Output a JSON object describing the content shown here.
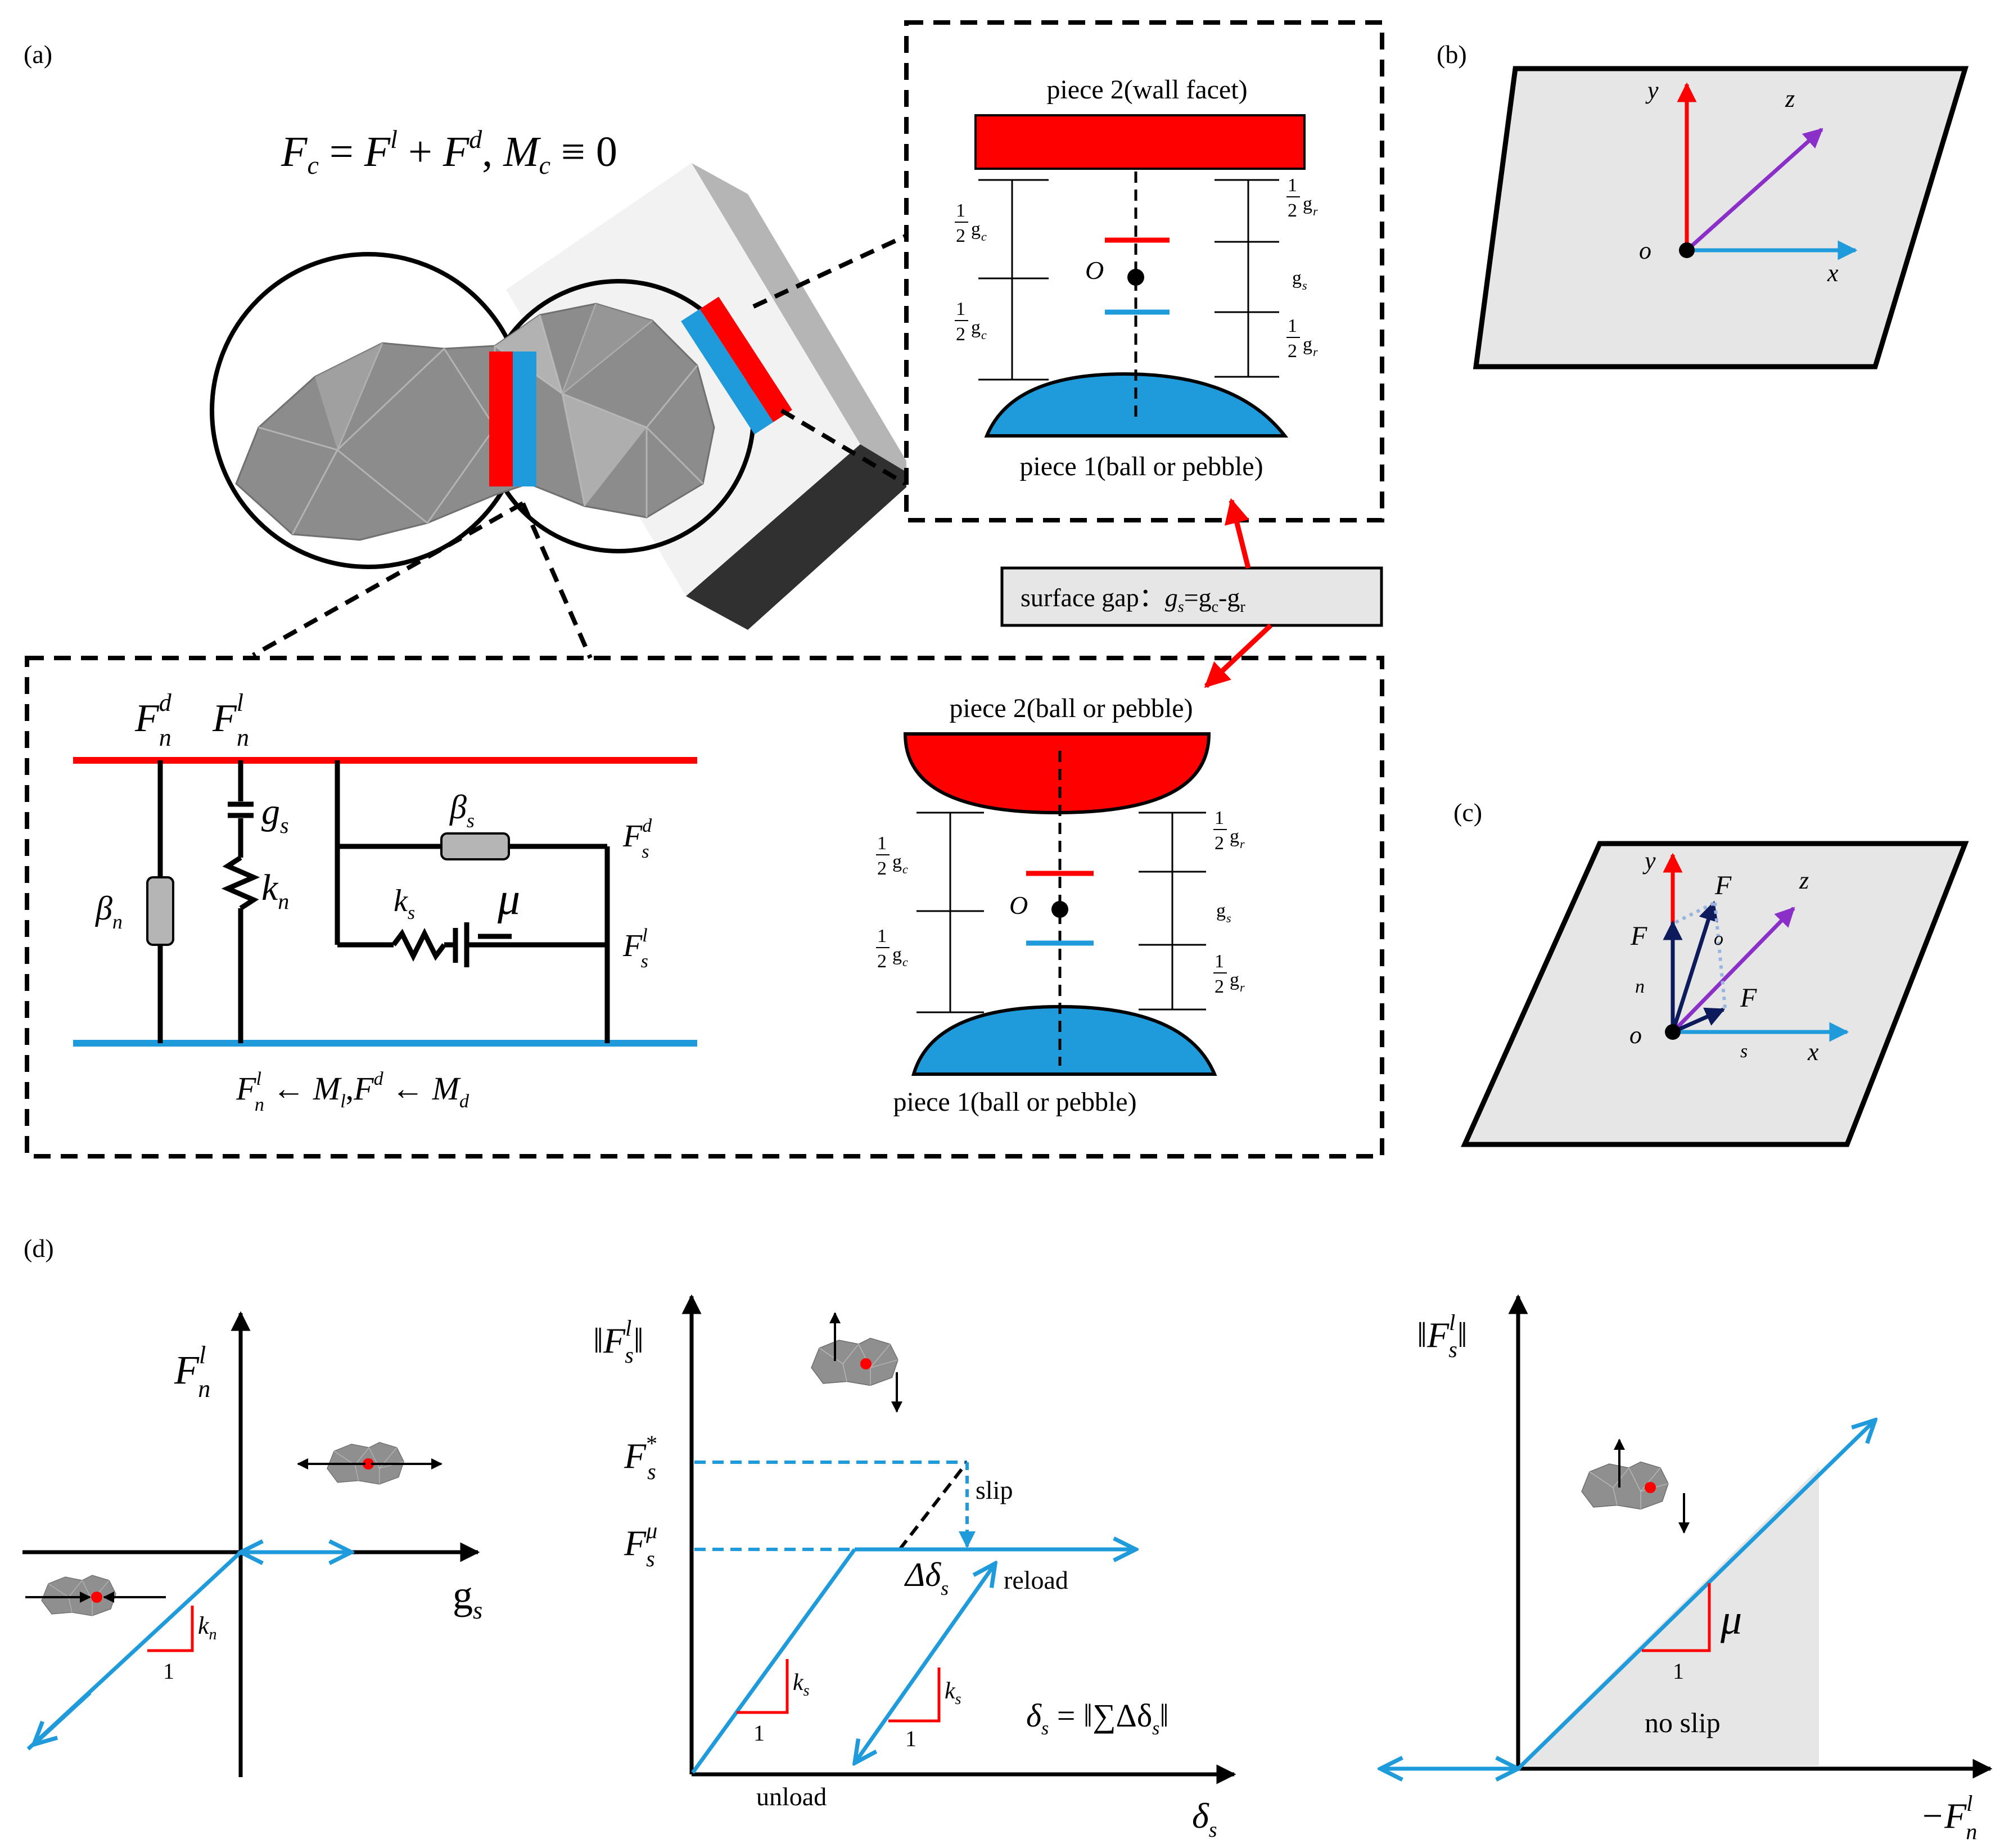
{
  "colors": {
    "red": "#ff0000",
    "blue": "#1f9bdc",
    "purple": "#8b2fc9",
    "navy": "#0d1a5c",
    "gray_face": "#e6e6e6",
    "pebble": "#8f8f8f"
  },
  "panels": {
    "a": "(a)",
    "b": "(b)",
    "c": "(c)",
    "d": "(d)"
  },
  "a": {
    "fc_base": "F",
    "fc_sub": "c",
    "eq1": " = ",
    "fl_base": "F",
    "fl_sup": "l",
    "plus": " + ",
    "fd_base": "F",
    "fd_sup": "d",
    "comma": ", ",
    "mc_base": "M",
    "mc_sub": "c",
    "ident": " ≡ 0",
    "wall_piece2": "piece 2(wall facet)",
    "wall_piece1": "piece 1(ball or pebble)",
    "ball_piece2": "piece 2(ball or pebble)",
    "ball_piece1": "piece 1(ball or pebble)",
    "origin": "O",
    "half": "1",
    "two": "2",
    "g": "g",
    "sub_c": "c",
    "sub_r": "r",
    "sub_s": "s",
    "gap_prefix": "surface gap：",
    "gap_gs": "g",
    "gap_gs_sub": "s",
    "gap_eq": "=",
    "gap_gc": "g",
    "gap_gc_sub": "c",
    "gap_minus": "-",
    "gap_gr": "g",
    "gap_gr_sub": "r",
    "F": "F",
    "n": "n",
    "s": "s",
    "d": "d",
    "l": "l",
    "beta": "β",
    "k": "k",
    "mu": "μ",
    "bottom_F": "F",
    "bottom_arrow1": " ← ",
    "bottom_M": "M",
    "bottom_comma": ",",
    "bottom_arrow2": " ← ",
    "bottom_l": "l",
    "bottom_d": "d"
  },
  "b": {
    "x": "x",
    "y": "y",
    "z": "z",
    "o": "o"
  },
  "c": {
    "x": "x",
    "y": "y",
    "z": "z",
    "o": "o",
    "F": "F",
    "n": "n",
    "s": "s",
    "o2": "o"
  },
  "d": {
    "p1_F": "F",
    "p1_n": "n",
    "p1_l": "l",
    "p1_g": "g",
    "p1_s": "s",
    "p1_k": "k",
    "p1_kn": "n",
    "one": "1",
    "p2_norm_l": "‖",
    "p2_F": "F",
    "p2_s": "s",
    "p2_l": "l",
    "p2_norm_r": "‖",
    "p2_star": "*",
    "p2_mu": "μ",
    "slip": "slip",
    "reload": "reload",
    "unload": "unload",
    "delta": "Δδ",
    "delta_sub": "s",
    "k": "k",
    "k_sub": "s",
    "eq_d": "δ",
    "eq_s": "s",
    "eq_rest": " = ‖∑Δδ",
    "eq_s2": "s",
    "eq_end": "‖",
    "axis_delta": "δ",
    "axis_delta_sub": "s",
    "p3_mu": "μ",
    "no_slip": "no slip",
    "p3_axis": "−F",
    "p3_n": "n",
    "p3_l": "l"
  }
}
